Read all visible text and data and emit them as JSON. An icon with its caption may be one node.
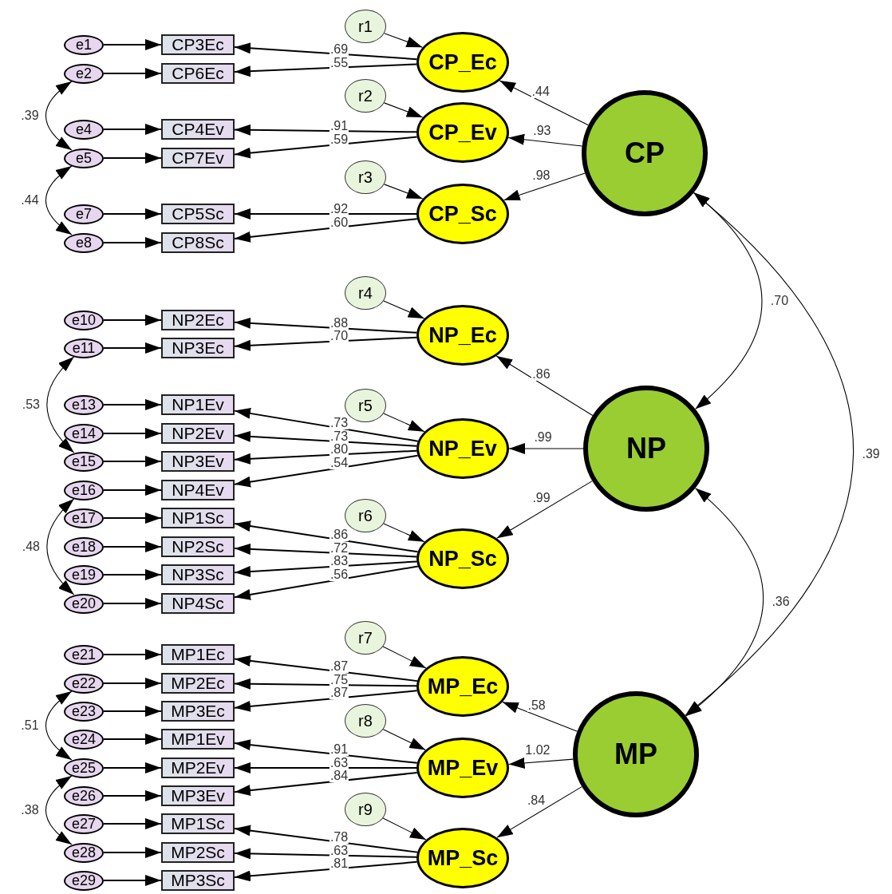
{
  "diagram": {
    "nodes": [
      {
        "text": [
          "e1"
        ]
      },
      {
        "text": [
          "e2"
        ]
      },
      {
        "text": [
          "e4"
        ]
      },
      {
        "text": [
          "e5"
        ]
      },
      {
        "text": [
          "e7"
        ]
      },
      {
        "text": [
          "e8"
        ]
      },
      {
        "text": [
          "e10"
        ]
      },
      {
        "text": [
          "e11"
        ]
      },
      {
        "text": [
          "e13"
        ]
      },
      {
        "text": [
          "e14"
        ]
      },
      {
        "text": [
          "e15"
        ]
      },
      {
        "text": [
          "e16"
        ]
      },
      {
        "text": [
          "e17"
        ]
      },
      {
        "text": [
          "e18"
        ]
      },
      {
        "text": [
          "e19"
        ]
      },
      {
        "text": [
          "e20"
        ]
      },
      {
        "text": [
          "e21"
        ]
      },
      {
        "text": [
          "e22"
        ]
      },
      {
        "text": [
          "e23"
        ]
      },
      {
        "text": [
          "e24"
        ]
      },
      {
        "text": [
          "e25"
        ]
      },
      {
        "text": [
          "e26"
        ]
      },
      {
        "text": [
          "e27"
        ]
      },
      {
        "text": [
          "e28"
        ]
      },
      {
        "text": [
          "e29"
        ]
      },
      {
        "text": [
          "CP3Ec"
        ]
      },
      {
        "text": [
          "CP6Ec"
        ]
      },
      {
        "text": [
          "CP4Ev"
        ]
      },
      {
        "text": [
          "CP7Ev"
        ]
      },
      {
        "text": [
          "CP5Sc"
        ]
      },
      {
        "text": [
          "CP8Sc"
        ]
      },
      {
        "text": [
          "NP2Ec"
        ]
      },
      {
        "text": [
          "NP3Ec"
        ]
      },
      {
        "text": [
          "NP1Ev"
        ]
      },
      {
        "text": [
          "NP2Ev"
        ]
      },
      {
        "text": [
          "NP3Ev"
        ]
      },
      {
        "text": [
          "NP4Ev"
        ]
      },
      {
        "text": [
          "NP1Sc"
        ]
      },
      {
        "text": [
          "NP2Sc"
        ]
      },
      {
        "text": [
          "NP3Sc"
        ]
      },
      {
        "text": [
          "NP4Sc"
        ]
      },
      {
        "text": [
          "MP1Ec"
        ]
      },
      {
        "text": [
          "MP2Ec"
        ]
      },
      {
        "text": [
          "MP3Ec"
        ]
      },
      {
        "text": [
          "MP1Ev"
        ]
      },
      {
        "text": [
          "MP2Ev"
        ]
      },
      {
        "text": [
          "MP3Ev"
        ]
      },
      {
        "text": [
          "MP1Sc"
        ]
      },
      {
        "text": [
          "MP2Sc"
        ]
      },
      {
        "text": [
          "MP3Sc"
        ]
      },
      {
        "text": [
          "r1"
        ]
      },
      {
        "text": [
          "r2"
        ]
      },
      {
        "text": [
          "r3"
        ]
      },
      {
        "text": [
          "r4"
        ]
      },
      {
        "text": [
          "r5"
        ]
      },
      {
        "text": [
          "r6"
        ]
      },
      {
        "text": [
          "r7"
        ]
      },
      {
        "text": [
          "r8"
        ]
      },
      {
        "text": [
          "r9"
        ]
      },
      {
        "text": [
          "CP_Ec"
        ]
      },
      {
        "text": [
          "CP_Ev"
        ]
      },
      {
        "text": [
          "CP_Sc"
        ]
      },
      {
        "text": [
          "NP_Ec"
        ]
      },
      {
        "text": [
          "NP_Ev"
        ]
      },
      {
        "text": [
          "NP_Sc"
        ]
      },
      {
        "text": [
          "MP_Ec"
        ]
      },
      {
        "text": [
          "MP_Ev"
        ]
      },
      {
        "text": [
          "MP_Sc"
        ]
      },
      {
        "text": [
          "CP"
        ]
      },
      {
        "text": [
          "NP"
        ]
      },
      {
        "text": [
          "MP"
        ]
      }
    ],
    "edges": [
      {
        "from": 0,
        "to": 25,
        "arrow": "to"
      },
      {
        "from": 1,
        "to": 26,
        "arrow": "to"
      },
      {
        "from": 2,
        "to": 27,
        "arrow": "to"
      },
      {
        "from": 3,
        "to": 28,
        "arrow": "to"
      },
      {
        "from": 4,
        "to": 29,
        "arrow": "to"
      },
      {
        "from": 5,
        "to": 30,
        "arrow": "to"
      },
      {
        "from": 6,
        "to": 31,
        "arrow": "to"
      },
      {
        "from": 7,
        "to": 32,
        "arrow": "to"
      },
      {
        "from": 8,
        "to": 33,
        "arrow": "to"
      },
      {
        "from": 9,
        "to": 34,
        "arrow": "to"
      },
      {
        "from": 10,
        "to": 35,
        "arrow": "to"
      },
      {
        "from": 11,
        "to": 36,
        "arrow": "to"
      },
      {
        "from": 12,
        "to": 37,
        "arrow": "to"
      },
      {
        "from": 13,
        "to": 38,
        "arrow": "to"
      },
      {
        "from": 14,
        "to": 39,
        "arrow": "to"
      },
      {
        "from": 15,
        "to": 40,
        "arrow": "to"
      },
      {
        "from": 16,
        "to": 41,
        "arrow": "to"
      },
      {
        "from": 17,
        "to": 42,
        "arrow": "to"
      },
      {
        "from": 18,
        "to": 43,
        "arrow": "to"
      },
      {
        "from": 19,
        "to": 44,
        "arrow": "to"
      },
      {
        "from": 20,
        "to": 45,
        "arrow": "to"
      },
      {
        "from": 21,
        "to": 46,
        "arrow": "to"
      },
      {
        "from": 22,
        "to": 47,
        "arrow": "to"
      },
      {
        "from": 23,
        "to": 48,
        "arrow": "to"
      },
      {
        "from": 24,
        "to": 49,
        "arrow": "to"
      },
      {
        "from": 59,
        "to": 25,
        "arrow": "to",
        "label": ".69"
      },
      {
        "from": 59,
        "to": 26,
        "arrow": "to",
        "label": ".55"
      },
      {
        "from": 60,
        "to": 27,
        "arrow": "to",
        "label": ".91"
      },
      {
        "from": 60,
        "to": 28,
        "arrow": "to",
        "label": ".59"
      },
      {
        "from": 61,
        "to": 29,
        "arrow": "to",
        "label": ".92"
      },
      {
        "from": 61,
        "to": 30,
        "arrow": "to",
        "label": ".60"
      },
      {
        "from": 62,
        "to": 31,
        "arrow": "to",
        "label": ".88"
      },
      {
        "from": 62,
        "to": 32,
        "arrow": "to",
        "label": ".70"
      },
      {
        "from": 63,
        "to": 33,
        "arrow": "to",
        "label": ".73"
      },
      {
        "from": 63,
        "to": 34,
        "arrow": "to",
        "label": ".73"
      },
      {
        "from": 63,
        "to": 35,
        "arrow": "to",
        "label": ".80"
      },
      {
        "from": 63,
        "to": 36,
        "arrow": "to",
        "label": ".54"
      },
      {
        "from": 64,
        "to": 37,
        "arrow": "to",
        "label": ".86"
      },
      {
        "from": 64,
        "to": 38,
        "arrow": "to",
        "label": ".72"
      },
      {
        "from": 64,
        "to": 39,
        "arrow": "to",
        "label": ".83"
      },
      {
        "from": 64,
        "to": 40,
        "arrow": "to",
        "label": ".56"
      },
      {
        "from": 65,
        "to": 41,
        "arrow": "to",
        "label": ".87"
      },
      {
        "from": 65,
        "to": 42,
        "arrow": "to",
        "label": ".75"
      },
      {
        "from": 65,
        "to": 43,
        "arrow": "to",
        "label": ".87"
      },
      {
        "from": 66,
        "to": 44,
        "arrow": "to",
        "label": ".91"
      },
      {
        "from": 66,
        "to": 45,
        "arrow": "to",
        "label": ".63"
      },
      {
        "from": 66,
        "to": 46,
        "arrow": "to",
        "label": ".84"
      },
      {
        "from": 67,
        "to": 47,
        "arrow": "to",
        "label": ".78"
      },
      {
        "from": 67,
        "to": 48,
        "arrow": "to",
        "label": ".63"
      },
      {
        "from": 67,
        "to": 49,
        "arrow": "to",
        "label": ".81"
      },
      {
        "from": 50,
        "to": 59,
        "arrow": "to"
      },
      {
        "from": 51,
        "to": 60,
        "arrow": "to"
      },
      {
        "from": 52,
        "to": 61,
        "arrow": "to"
      },
      {
        "from": 53,
        "to": 62,
        "arrow": "to"
      },
      {
        "from": 54,
        "to": 63,
        "arrow": "to"
      },
      {
        "from": 55,
        "to": 64,
        "arrow": "to"
      },
      {
        "from": 56,
        "to": 65,
        "arrow": "to"
      },
      {
        "from": 57,
        "to": 66,
        "arrow": "to"
      },
      {
        "from": 58,
        "to": 67,
        "arrow": "to"
      },
      {
        "from": 68,
        "to": 59,
        "arrow": "to",
        "label": ".44"
      },
      {
        "from": 68,
        "to": 60,
        "arrow": "to",
        "label": ".93"
      },
      {
        "from": 68,
        "to": 61,
        "arrow": "to",
        "label": ".98"
      },
      {
        "from": 69,
        "to": 62,
        "arrow": "to",
        "label": ".86"
      },
      {
        "from": 69,
        "to": 63,
        "arrow": "to",
        "label": ".99"
      },
      {
        "from": 69,
        "to": 64,
        "arrow": "to",
        "label": ".99"
      },
      {
        "from": 70,
        "to": 65,
        "arrow": "to",
        "label": ".58"
      },
      {
        "from": 70,
        "to": 66,
        "arrow": "to",
        "label": "1.02"
      },
      {
        "from": 70,
        "to": 67,
        "arrow": "to",
        "label": ".84"
      },
      {
        "from": 68,
        "to": 69,
        "arrow": "both",
        "label": ".70"
      },
      {
        "from": 68,
        "to": 70,
        "arrow": "both",
        "label": ".39"
      },
      {
        "from": 69,
        "to": 70,
        "arrow": "both",
        "label": ".36"
      },
      {
        "from": 1,
        "to": 3,
        "arrow": "both",
        "label": ".39"
      },
      {
        "from": 3,
        "to": 5,
        "arrow": "both",
        "label": ".44"
      },
      {
        "from": 7,
        "to": 10,
        "arrow": "both",
        "label": ".53"
      },
      {
        "from": 11,
        "to": 15,
        "arrow": "both",
        "label": ".48"
      },
      {
        "from": 17,
        "to": 20,
        "arrow": "both",
        "label": ".51"
      },
      {
        "from": 20,
        "to": 23,
        "arrow": "both",
        "label": ".38"
      }
    ]
  }
}
